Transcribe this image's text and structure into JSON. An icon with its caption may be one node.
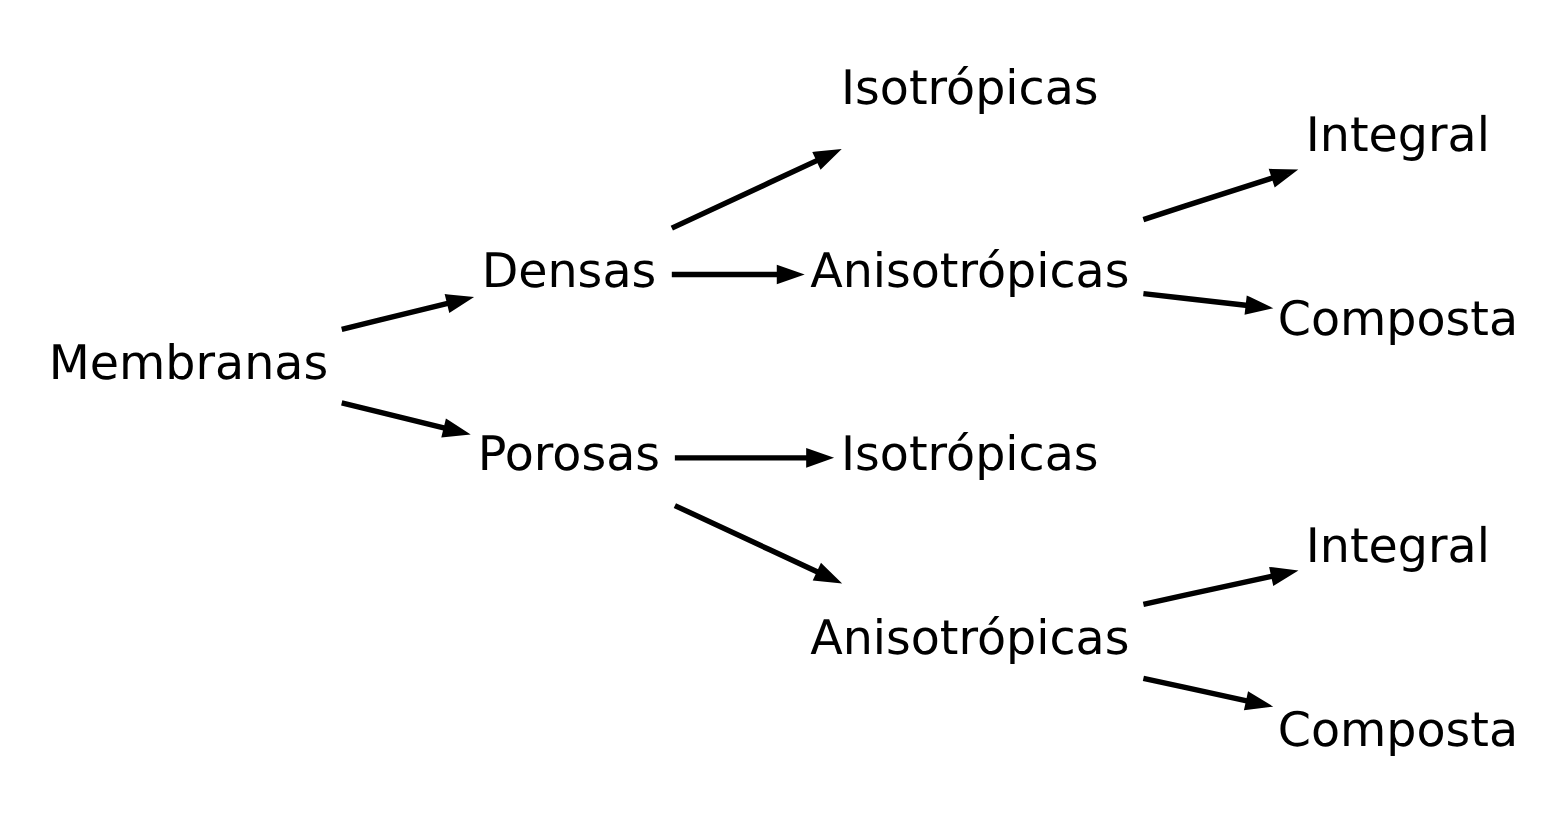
{
  "diagram": {
    "nodes": [
      {
        "text": [
          "Membranas"
        ]
      },
      {
        "text": [
          "Densas"
        ]
      },
      {
        "text": [
          "Isotrópicas"
        ]
      },
      {
        "text": [
          "Anisotrópicas"
        ]
      },
      {
        "text": [
          "Integral"
        ]
      },
      {
        "text": [
          "Composta"
        ]
      },
      {
        "text": [
          "Porosas"
        ]
      },
      {
        "text": [
          "Isotrópicas"
        ]
      },
      {
        "text": [
          "Anisotrópicas"
        ]
      },
      {
        "text": [
          "Integral"
        ]
      },
      {
        "text": [
          "Composta"
        ]
      }
    ],
    "edges": [
      {
        "from": 0,
        "to": 1,
        "arrow": "to"
      },
      {
        "from": 0,
        "to": 6,
        "arrow": "to"
      },
      {
        "from": 1,
        "to": 2,
        "arrow": "to"
      },
      {
        "from": 1,
        "to": 3,
        "arrow": "to"
      },
      {
        "from": 3,
        "to": 4,
        "arrow": "to"
      },
      {
        "from": 3,
        "to": 5,
        "arrow": "to"
      },
      {
        "from": 6,
        "to": 7,
        "arrow": "to"
      },
      {
        "from": 6,
        "to": 8,
        "arrow": "to"
      },
      {
        "from": 8,
        "to": 9,
        "arrow": "to"
      },
      {
        "from": 8,
        "to": 10,
        "arrow": "to"
      }
    ]
  }
}
